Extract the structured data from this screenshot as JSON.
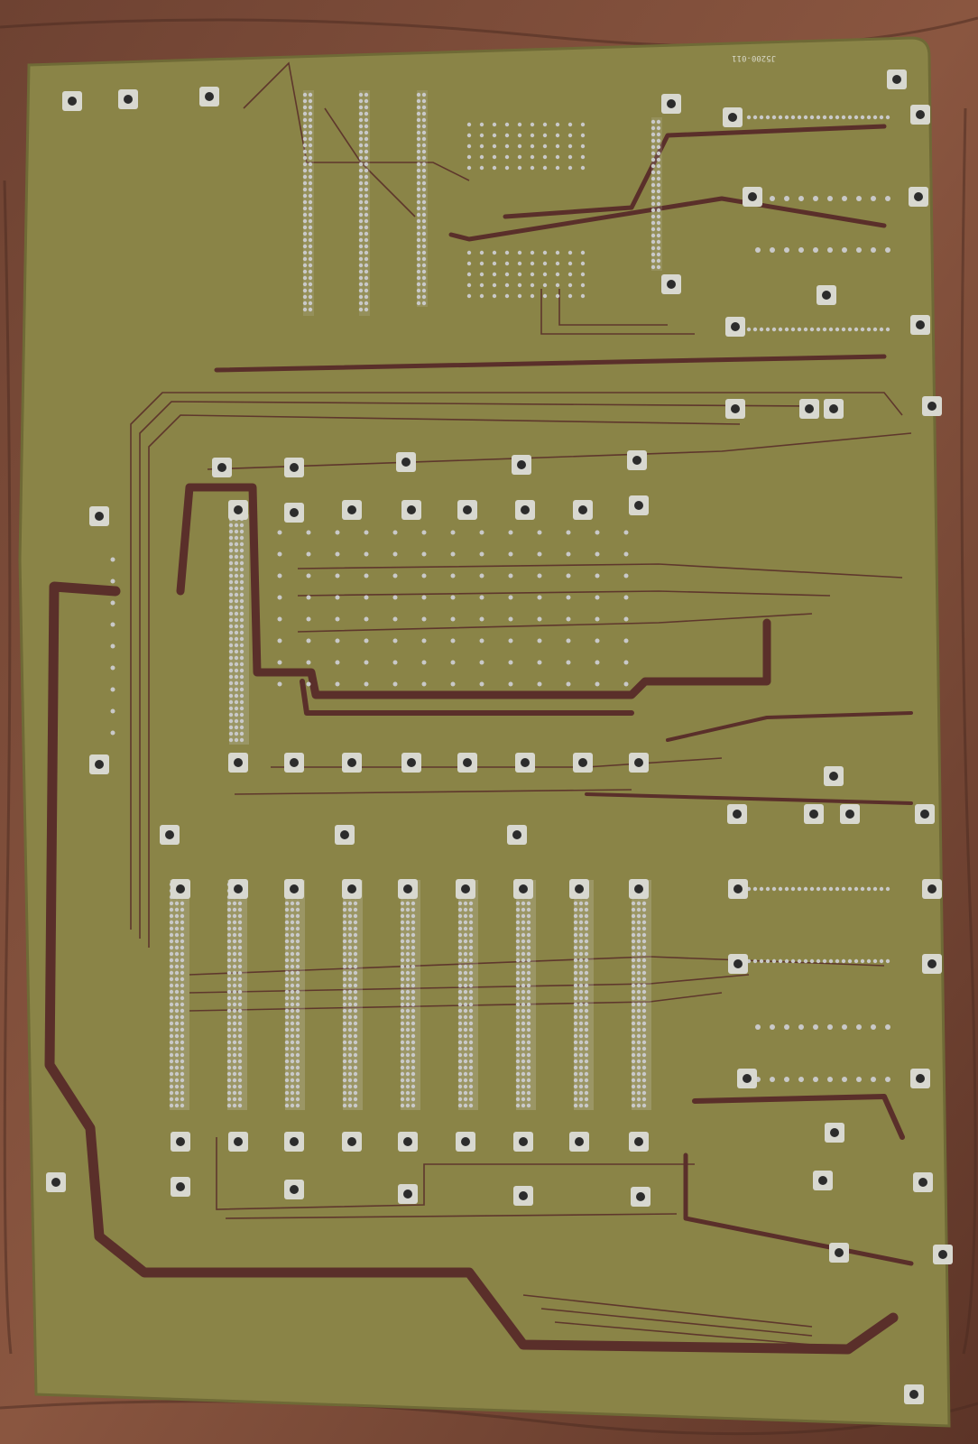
{
  "image": {
    "subject": "printed-circuit-board-backplane",
    "background": "wood-tabletop",
    "colors": {
      "board": "#8a8447",
      "board_edge": "#6f6a36",
      "trace": "#5a2f2a",
      "pad": "#c9c9c9",
      "pad_ring": "#d8d8d0",
      "hole": "#2c2c2c",
      "wood_dark": "#5b3528",
      "wood_light": "#8c5a44"
    }
  },
  "silkscreen": {
    "part_number": "J5200-011"
  }
}
